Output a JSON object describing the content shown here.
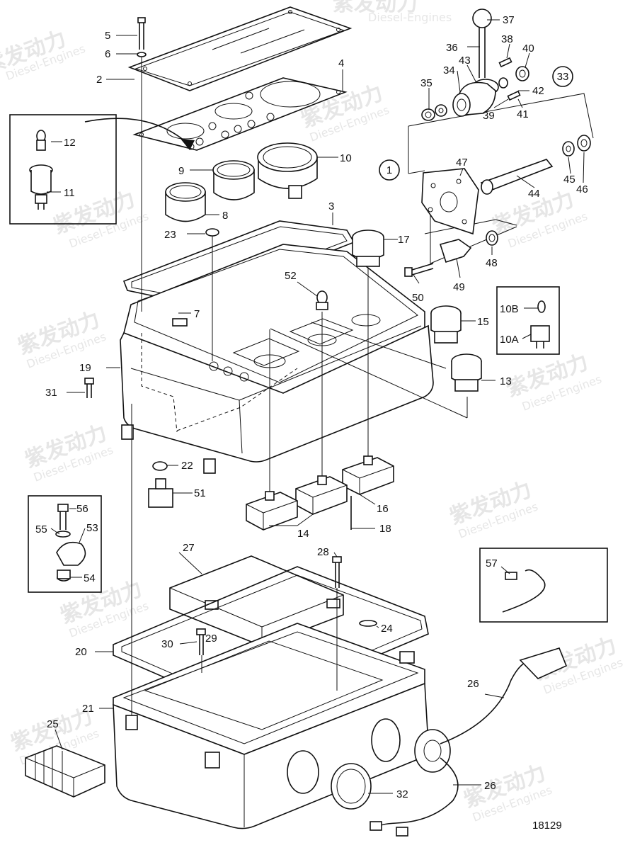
{
  "watermark": {
    "cn": "紫发动力",
    "en": "Diesel-Engines"
  },
  "drawing_number": "18129",
  "callouts": {
    "c1": "1",
    "c2": "2",
    "c3": "3",
    "c4": "4",
    "c5": "5",
    "c6": "6",
    "c7": "7",
    "c8": "8",
    "c9": "9",
    "c10": "10",
    "c10a": "10A",
    "c10b": "10B",
    "c11": "11",
    "c12": "12",
    "c13": "13",
    "c14": "14",
    "c15": "15",
    "c16": "16",
    "c17": "17",
    "c18": "18",
    "c19": "19",
    "c20": "20",
    "c21": "21",
    "c22": "22",
    "c23": "23",
    "c24": "24",
    "c25": "25",
    "c26a": "26",
    "c26b": "26",
    "c27": "27",
    "c28": "28",
    "c29": "29",
    "c30": "30",
    "c31": "31",
    "c32": "32",
    "c33": "33",
    "c34": "34",
    "c35": "35",
    "c36": "36",
    "c37": "37",
    "c38": "38",
    "c39": "39",
    "c40": "40",
    "c41": "41",
    "c42": "42",
    "c43": "43",
    "c44": "44",
    "c45": "45",
    "c46": "46",
    "c47": "47",
    "c48": "48",
    "c49": "49",
    "c50": "50",
    "c51": "51",
    "c52": "52",
    "c53": "53",
    "c54": "54",
    "c55": "55",
    "c56": "56",
    "c57": "57"
  }
}
